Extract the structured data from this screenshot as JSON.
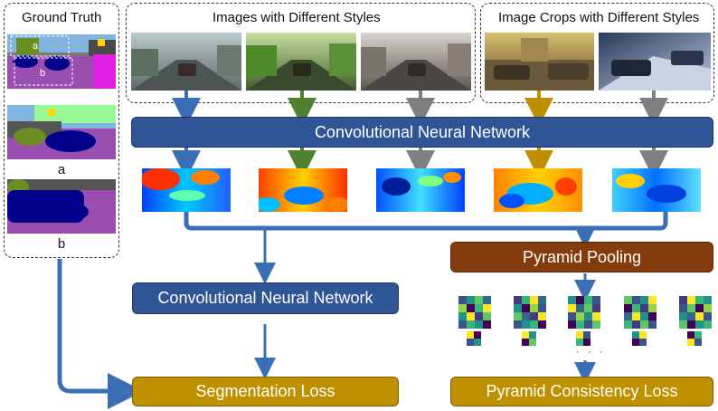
{
  "ground_truth": {
    "title": "Ground Truth",
    "label_a": "a",
    "label_b": "b"
  },
  "styled_images": {
    "title": "Images with Different Styles"
  },
  "crop_images": {
    "title": "Image Crops with Different Styles"
  },
  "boxes": {
    "cnn_top": "Convolutional Neural Network",
    "cnn_mid": "Convolutional Neural Network",
    "pyramid_pooling": "Pyramid Pooling",
    "segmentation_loss": "Segmentation Loss",
    "pyramid_consistency_loss": "Pyramid Consistency Loss"
  },
  "ellipsis": "· · ·",
  "colors": {
    "box_blue": "#2f5597",
    "box_brown": "#843c0c",
    "box_gold": "#bf9000",
    "arrow_blue": "#3a6fb5",
    "arrow_green": "#4f7f2f",
    "arrow_gray": "#7f7f7f",
    "arrow_gold": "#bf8f00"
  }
}
